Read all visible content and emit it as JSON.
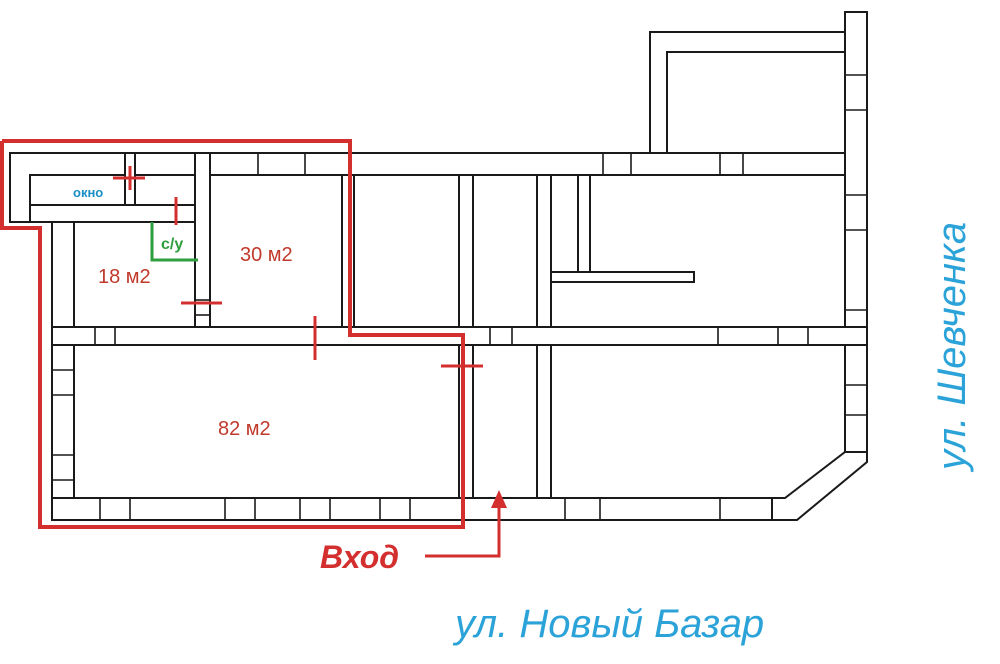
{
  "rooms": [
    {
      "label": "18 м2"
    },
    {
      "label": "30 м2"
    },
    {
      "label": "82 м2"
    }
  ],
  "wc_label": "с/у",
  "window_label": "окно",
  "entrance_label": "Вход",
  "streets": {
    "bottom": "ул. Новый Базар",
    "right": "ул. Шевченка"
  },
  "colors": {
    "highlight": "#d32f2f",
    "street_text": "#2ba3d8",
    "wc": "#2e9e3e",
    "walls": "#1a1a1a"
  }
}
